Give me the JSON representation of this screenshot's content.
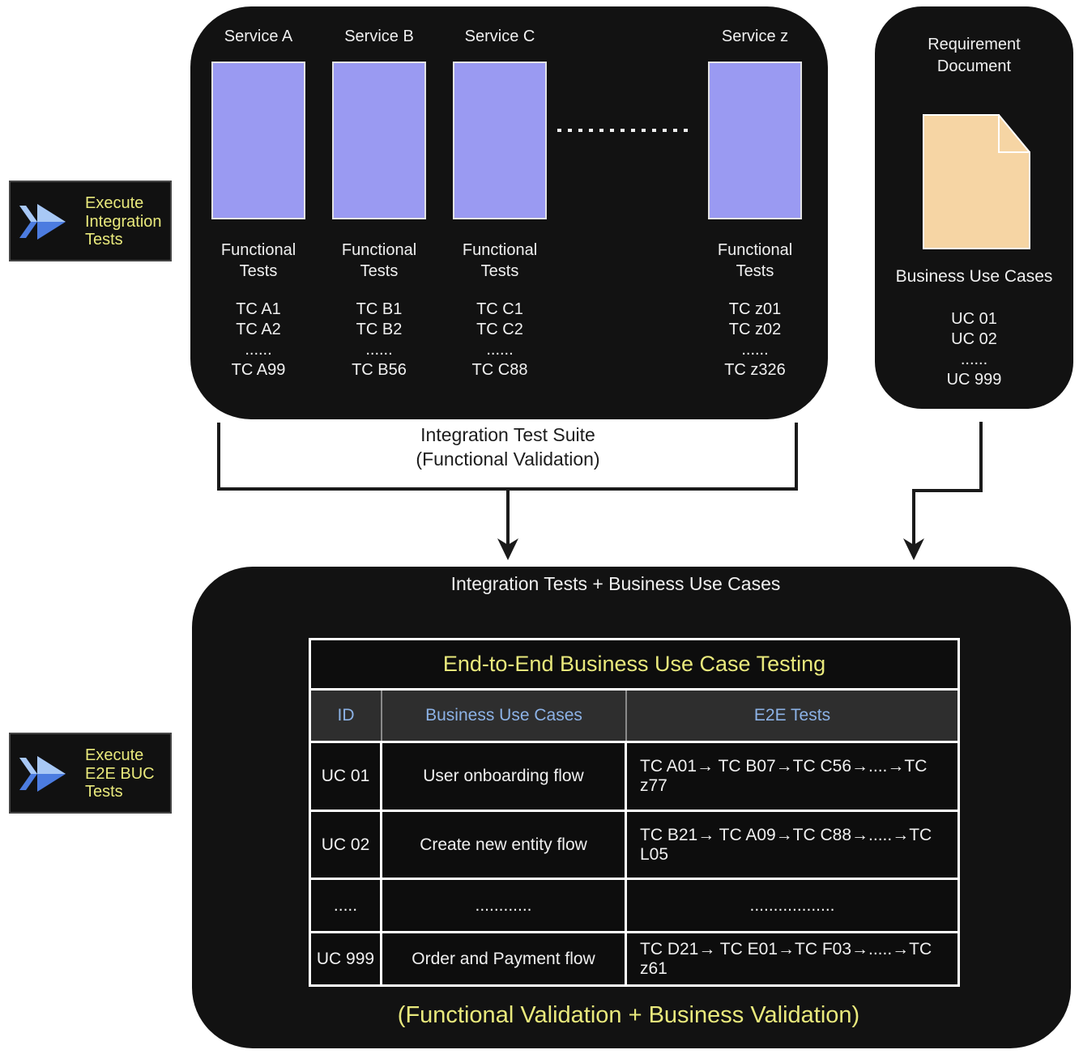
{
  "colors": {
    "bg_box": "#121212",
    "accent_yellow": "#e9e97c",
    "accent_blue": "#8cb2e6",
    "service_fill": "#9a9af2",
    "doc_fill": "#f6d5a4",
    "text_light": "#f0f0f0",
    "connector_dark": "#1a1a1a",
    "header_row_bg": "#2e2e2e",
    "icon_blue_light": "#a8c8f5",
    "icon_blue_dark": "#4c7ce0"
  },
  "badges": {
    "integration": {
      "label": "Execute\nIntegration\nTests"
    },
    "e2e": {
      "label": "Execute\nE2E BUC\nTests"
    }
  },
  "integration_box": {
    "services": [
      {
        "name": "Service A",
        "functional_label": "Functional\nTests",
        "test_cases": "TC A1\nTC A2\n......\nTC A99"
      },
      {
        "name": "Service B",
        "functional_label": "Functional\nTests",
        "test_cases": "TC B1\nTC B2\n......\nTC B56"
      },
      {
        "name": "Service C",
        "functional_label": "Functional\nTests",
        "test_cases": "TC C1\nTC C2\n......\nTC C88"
      },
      {
        "name": "Service z",
        "functional_label": "Functional\nTests",
        "test_cases": "TC z01\nTC z02\n......\nTC z326"
      }
    ]
  },
  "requirement_box": {
    "title": "Requirement\nDocument",
    "business_label": "Business Use Cases",
    "use_cases": "UC 01\nUC 02\n......\nUC 999"
  },
  "connector_label": "Integration Test Suite\n(Functional Validation)",
  "e2e_box": {
    "heading": "Integration Tests + Business Use Cases",
    "table": {
      "title": "End-to-End Business Use Case Testing",
      "headers": [
        "ID",
        "Business Use Cases",
        "E2E Tests"
      ],
      "rows": [
        [
          "UC 01",
          "User onboarding flow",
          "TC A01→ TC B07→TC C56→....→TC z77"
        ],
        [
          "UC 02",
          "Create new entity flow",
          "TC B21→ TC A09→TC C88→.....→TC L05"
        ],
        [
          ".....",
          "............",
          ".................."
        ],
        [
          "UC 999",
          "Order and Payment flow",
          "TC D21→ TC E01→TC F03→.....→TC z61"
        ]
      ]
    },
    "caption": "(Functional Validation + Business Validation)"
  }
}
